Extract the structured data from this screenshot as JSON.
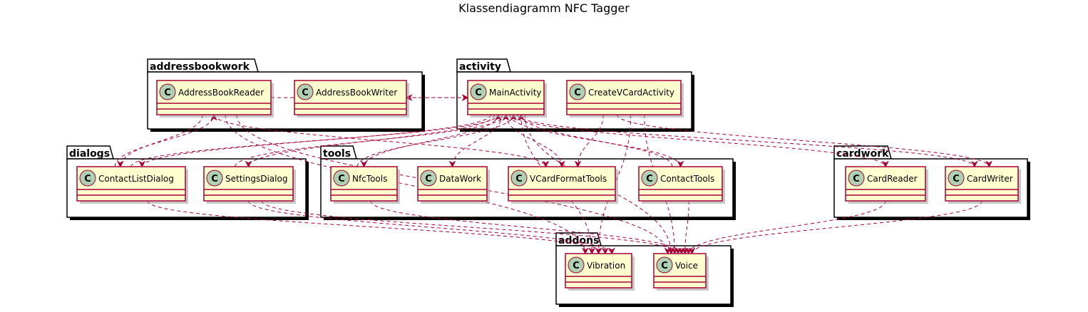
{
  "title": "Klassendiagramm NFC Tagger",
  "colors": {
    "class_fill": "#FEFECE",
    "class_border": "#A80036",
    "class_badge": "#ADD1B2",
    "arrow": "#A80036",
    "package_border": "#000000"
  },
  "class_badge_letter": "C",
  "packages": [
    {
      "id": "addressbookwork",
      "name": "addressbookwork",
      "classes": [
        {
          "id": "AddressBookReader",
          "name": "AddressBookReader"
        },
        {
          "id": "AddressBookWriter",
          "name": "AddressBookWriter"
        }
      ]
    },
    {
      "id": "activity",
      "name": "activity",
      "classes": [
        {
          "id": "MainActivity",
          "name": "MainActivity"
        },
        {
          "id": "CreateVCardActivity",
          "name": "CreateVCardActivity"
        }
      ]
    },
    {
      "id": "dialogs",
      "name": "dialogs",
      "classes": [
        {
          "id": "ContactListDialog",
          "name": "ContactListDialog"
        },
        {
          "id": "SettingsDialog",
          "name": "SettingsDialog"
        }
      ]
    },
    {
      "id": "tools",
      "name": "tools",
      "classes": [
        {
          "id": "NfcTools",
          "name": "NfcTools"
        },
        {
          "id": "DataWork",
          "name": "DataWork"
        },
        {
          "id": "VCardFormatTools",
          "name": "VCardFormatTools"
        },
        {
          "id": "ContactTools",
          "name": "ContactTools"
        }
      ]
    },
    {
      "id": "cardwork",
      "name": "cardwork",
      "classes": [
        {
          "id": "CardReader",
          "name": "CardReader"
        },
        {
          "id": "CardWriter",
          "name": "CardWriter"
        }
      ]
    },
    {
      "id": "addons",
      "name": "addons",
      "classes": [
        {
          "id": "Vibration",
          "name": "Vibration"
        },
        {
          "id": "Voice",
          "name": "Voice"
        }
      ]
    }
  ],
  "dependencies": [
    {
      "from": "AddressBookReader",
      "to": "MainActivity"
    },
    {
      "from": "MainActivity",
      "to": "AddressBookWriter"
    },
    {
      "from": "AddressBookReader",
      "to": "ContactListDialog"
    },
    {
      "from": "ContactListDialog",
      "to": "AddressBookReader"
    },
    {
      "from": "AddressBookReader",
      "to": "VCardFormatTools"
    },
    {
      "from": "AddressBookReader",
      "to": "Vibration"
    },
    {
      "from": "AddressBookReader",
      "to": "Voice"
    },
    {
      "from": "ContactListDialog",
      "to": "MainActivity"
    },
    {
      "from": "SettingsDialog",
      "to": "MainActivity"
    },
    {
      "from": "MainActivity",
      "to": "ContactListDialog"
    },
    {
      "from": "MainActivity",
      "to": "SettingsDialog"
    },
    {
      "from": "MainActivity",
      "to": "NfcTools"
    },
    {
      "from": "MainActivity",
      "to": "DataWork"
    },
    {
      "from": "MainActivity",
      "to": "VCardFormatTools"
    },
    {
      "from": "MainActivity",
      "to": "ContactTools"
    },
    {
      "from": "MainActivity",
      "to": "CardReader"
    },
    {
      "from": "MainActivity",
      "to": "CardWriter"
    },
    {
      "from": "MainActivity",
      "to": "Vibration"
    },
    {
      "from": "MainActivity",
      "to": "Voice"
    },
    {
      "from": "NfcTools",
      "to": "MainActivity"
    },
    {
      "from": "ContactTools",
      "to": "MainActivity"
    },
    {
      "from": "CreateVCardActivity",
      "to": "VCardFormatTools"
    },
    {
      "from": "CreateVCardActivity",
      "to": "CardWriter"
    },
    {
      "from": "CreateVCardActivity",
      "to": "Vibration"
    },
    {
      "from": "CreateVCardActivity",
      "to": "Voice"
    },
    {
      "from": "ContactListDialog",
      "to": "Vibration"
    },
    {
      "from": "SettingsDialog",
      "to": "Vibration"
    },
    {
      "from": "SettingsDialog",
      "to": "Voice"
    },
    {
      "from": "NfcTools",
      "to": "Voice"
    },
    {
      "from": "ContactTools",
      "to": "Voice"
    },
    {
      "from": "CardReader",
      "to": "Voice"
    },
    {
      "from": "CardWriter",
      "to": "Voice"
    }
  ]
}
